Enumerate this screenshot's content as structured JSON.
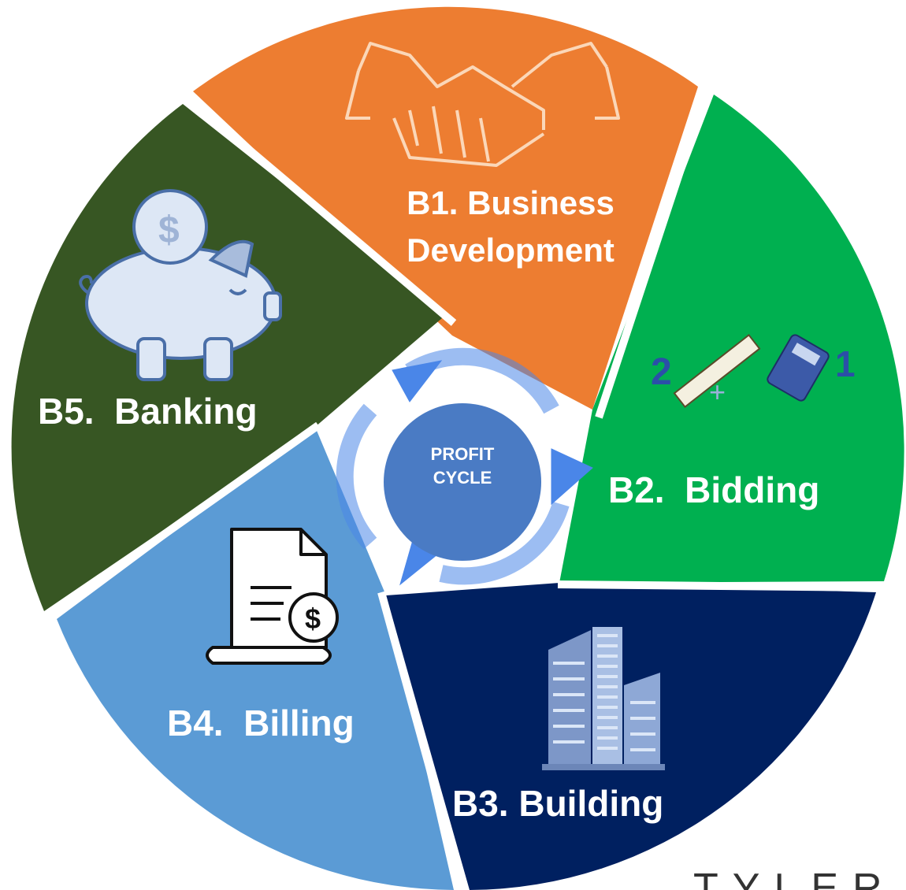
{
  "center": {
    "title": "PROFIT",
    "subtitle": "CYCLE",
    "color": "#4a7bc4"
  },
  "segments": [
    {
      "id": "b1",
      "label": "B1. Business\nDevelopment",
      "color": "#ed7d31",
      "text_color": "#ffffff",
      "icon": "handshake-icon"
    },
    {
      "id": "b2",
      "label": "B2.  Bidding",
      "color": "#00b050",
      "text_color": "#ffffff",
      "icon": "measurement-tools-icon"
    },
    {
      "id": "b3",
      "label": "B3. Building",
      "color": "#002060",
      "text_color": "#ffffff",
      "icon": "office-buildings-icon"
    },
    {
      "id": "b4",
      "label": "B4.  Billing",
      "color": "#5b9bd5",
      "text_color": "#ffffff",
      "icon": "invoice-dollar-icon"
    },
    {
      "id": "b5",
      "label": "B5.  Banking",
      "color": "#375623",
      "text_color": "#ffffff",
      "icon": "piggy-bank-icon"
    }
  ],
  "cycle_arrows_color": "#4a86e8",
  "brand": {
    "text": "TYLER"
  }
}
